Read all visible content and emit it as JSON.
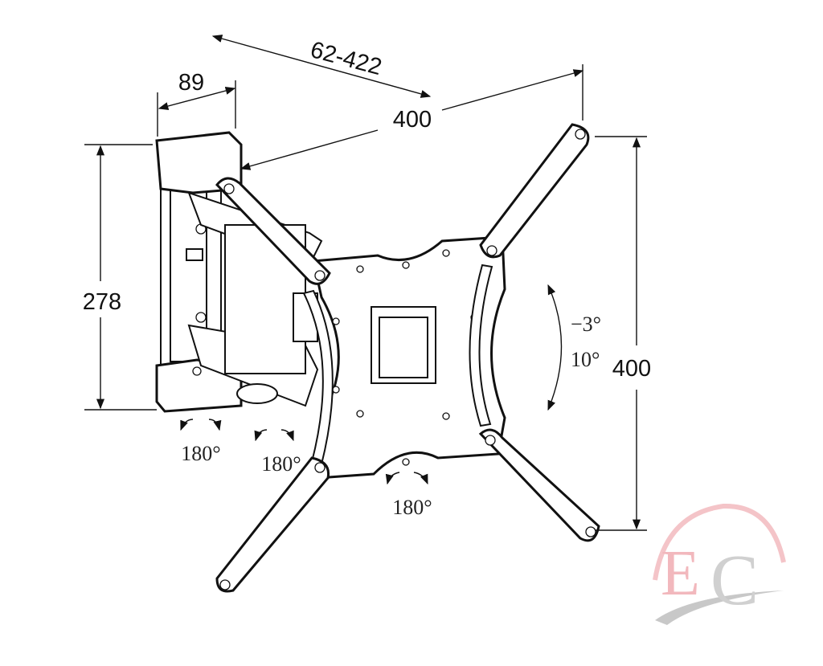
{
  "dimensions": {
    "arm_extension": "62-422",
    "wall_plate_width": "89",
    "vesa_horizontal": "400",
    "wall_plate_height": "278",
    "vesa_vertical": "400"
  },
  "rotations": {
    "wall_swivel": "180°",
    "arm_swivel": "180°",
    "plate_rotation": "180°",
    "tilt_up": "−3°",
    "tilt_down": "10°"
  },
  "logo": {
    "text": "EC",
    "arc_color": "#f4c4c8",
    "letter_color": "#f2b8bd",
    "swoosh_color": "#c8c8c8"
  }
}
